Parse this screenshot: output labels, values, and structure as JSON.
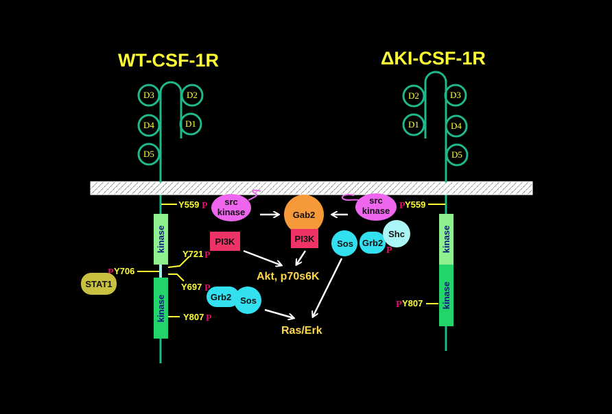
{
  "titles": {
    "left": "WT-CSF-1R",
    "right": "ΔKI-CSF-1R"
  },
  "domains": {
    "left": [
      "D3",
      "D2",
      "D4",
      "D1",
      "D5"
    ],
    "right": [
      "D2",
      "D3",
      "D1",
      "D4",
      "D5"
    ]
  },
  "kinase_label": "kinase",
  "phospho_mark": "P",
  "left_sites": {
    "y559": "Y559",
    "y721": "Y721",
    "y706": "Y706",
    "y697": "Y697",
    "y807": "Y807"
  },
  "right_sites": {
    "y559": "Y559",
    "y807": "Y807"
  },
  "proteins": {
    "src_kinase_line1": "src",
    "src_kinase_line2": "kinase",
    "gab2": "Gab2",
    "pi3k": "PI3K",
    "stat1": "STAT1",
    "grb2": "Grb2",
    "sos": "Sos",
    "shc": "Shc"
  },
  "outputs": {
    "akt": "Akt, p70s6K",
    "ras": "Ras/Erk"
  },
  "colors": {
    "background": "#000000",
    "receptor_line": "#1fb88a",
    "title": "#ffff33",
    "kinase_upper": "#8ef08e",
    "kinase_lower": "#22d46a",
    "src_kinase": "#ee66ee",
    "gab2": "#f5993a",
    "pi3k": "#ee3366",
    "stat1": "#c8c040",
    "grb2_sos": "#33e0f0",
    "shc": "#aaf5f5",
    "phospho": "#e0106a",
    "output_text": "#ffd84a"
  }
}
